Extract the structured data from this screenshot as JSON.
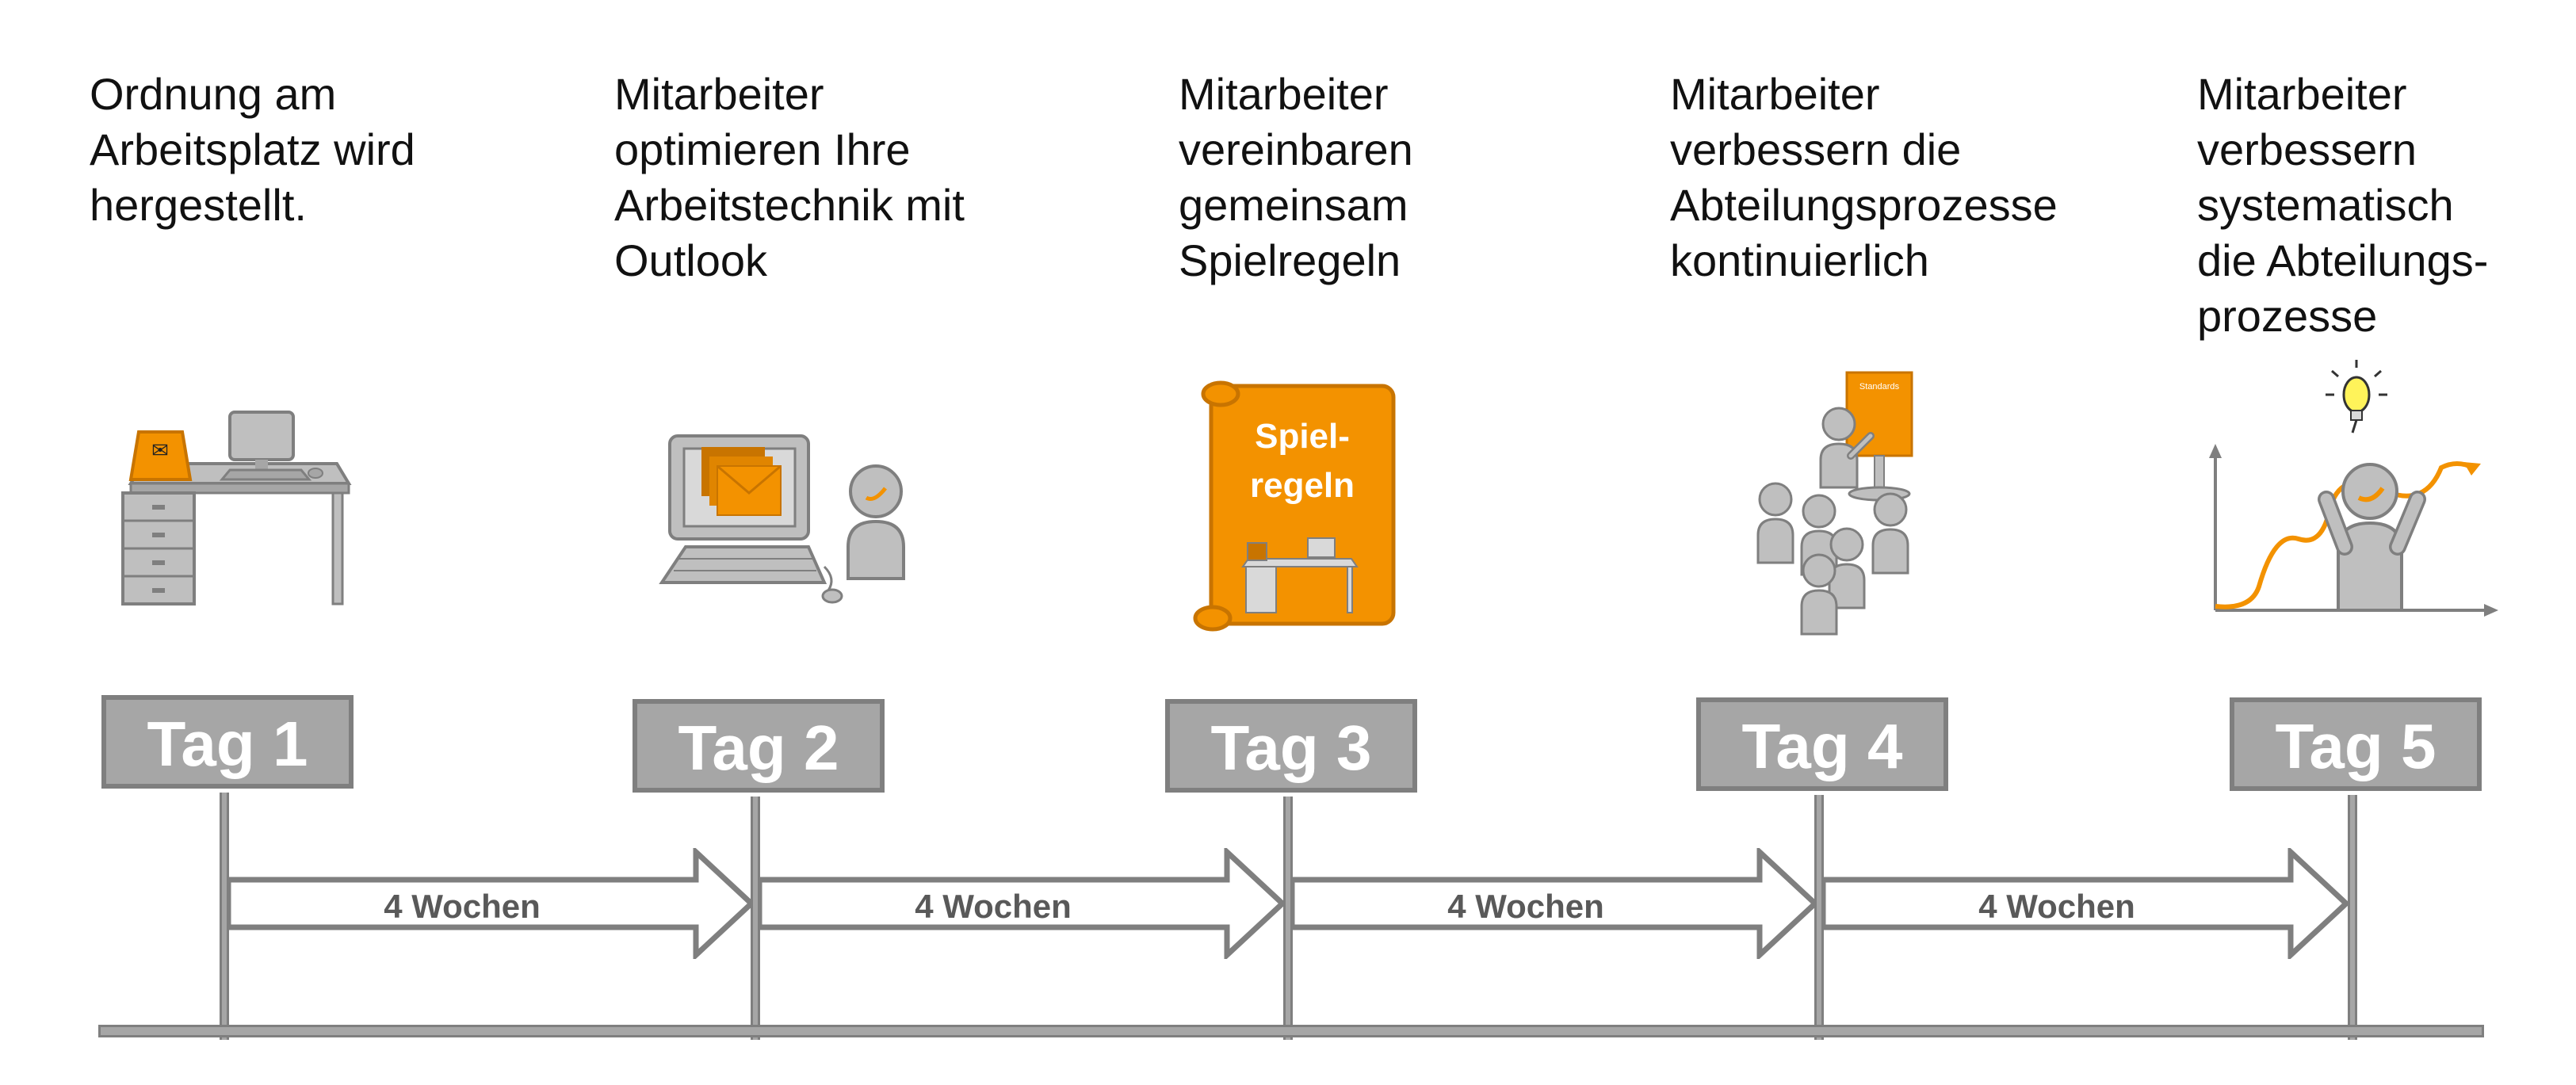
{
  "steps": [
    {
      "day": "Tag 1",
      "text": "Ordnung am\nArbeitsplatz wird\nhergestellt.",
      "icon": "desk-workplace-icon"
    },
    {
      "day": "Tag 2",
      "text": "Mitarbeiter\noptimieren Ihre\nArbeitstechnik mit\nOutlook",
      "icon": "computer-email-icon"
    },
    {
      "day": "Tag 3",
      "text": "Mitarbeiter\nvereinbaren\ngemeinsam\nSpielregeln",
      "icon": "rules-scroll-icon",
      "scroll_text_1": "Spiel-",
      "scroll_text_2": "regeln"
    },
    {
      "day": "Tag 4",
      "text": "Mitarbeiter\nverbessern die\nAbteilungsprozesse\nkontinuierlich",
      "icon": "team-presentation-icon",
      "board_text": "Standards"
    },
    {
      "day": "Tag 5",
      "text": "Mitarbeiter\nverbessern\nsystematisch\ndie Abteilungs-\nprozesse",
      "icon": "idea-growth-icon"
    }
  ],
  "intervals": [
    {
      "label": "4 Wochen"
    },
    {
      "label": "4 Wochen"
    },
    {
      "label": "4 Wochen"
    },
    {
      "label": "4 Wochen"
    }
  ],
  "colors": {
    "accent": "#f39200",
    "accent_dark": "#c87400",
    "gray": "#a6a6a6",
    "gray_dark": "#7f7f7f",
    "text": "#111111"
  }
}
